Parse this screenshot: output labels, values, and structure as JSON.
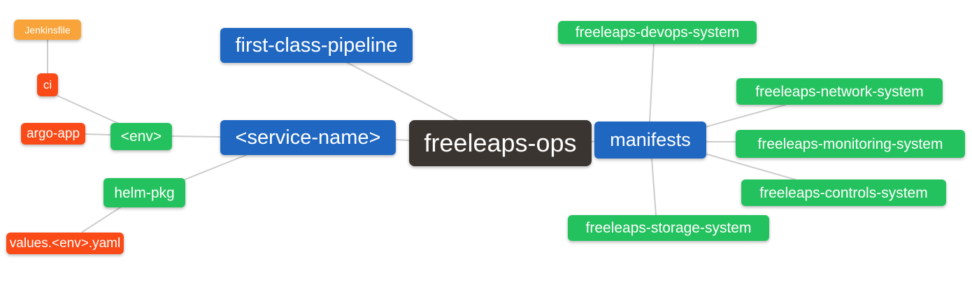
{
  "nodes": {
    "root": {
      "label": "freeleaps-ops"
    },
    "first_class_pipeline": {
      "label": "first-class-pipeline"
    },
    "service_name": {
      "label": "<service-name>"
    },
    "env": {
      "label": "<env>"
    },
    "ci": {
      "label": "ci"
    },
    "jenkinsfile": {
      "label": "Jenkinsfile"
    },
    "argo_app": {
      "label": "argo-app"
    },
    "helm_pkg": {
      "label": "helm-pkg"
    },
    "values_env_yaml": {
      "label": "values.<env>.yaml"
    },
    "manifests": {
      "label": "manifests"
    },
    "devops_system": {
      "label": "freeleaps-devops-system"
    },
    "network_system": {
      "label": "freeleaps-network-system"
    },
    "monitoring_system": {
      "label": "freeleaps-monitoring-system"
    },
    "controls_system": {
      "label": "freeleaps-controls-system"
    },
    "storage_system": {
      "label": "freeleaps-storage-system"
    }
  },
  "edges": [
    {
      "from": "freeleaps-ops",
      "to": "first-class-pipeline"
    },
    {
      "from": "freeleaps-ops",
      "to": "<service-name>"
    },
    {
      "from": "freeleaps-ops",
      "to": "manifests"
    },
    {
      "from": "<service-name>",
      "to": "<env>"
    },
    {
      "from": "<service-name>",
      "to": "helm-pkg"
    },
    {
      "from": "<env>",
      "to": "ci"
    },
    {
      "from": "<env>",
      "to": "argo-app"
    },
    {
      "from": "ci",
      "to": "Jenkinsfile"
    },
    {
      "from": "helm-pkg",
      "to": "values.<env>.yaml"
    },
    {
      "from": "manifests",
      "to": "freeleaps-devops-system"
    },
    {
      "from": "manifests",
      "to": "freeleaps-network-system"
    },
    {
      "from": "manifests",
      "to": "freeleaps-monitoring-system"
    },
    {
      "from": "manifests",
      "to": "freeleaps-controls-system"
    },
    {
      "from": "manifests",
      "to": "freeleaps-storage-system"
    }
  ],
  "colors": {
    "root_bg": "#3a3531",
    "branch_blue": "#2067c2",
    "leaf_green": "#24c25e",
    "leaf_red": "#f94a17",
    "leaf_orange": "#f9a43a",
    "edge_gray": "#cccccc",
    "text": "#ffffff",
    "background": "#ffffff"
  }
}
